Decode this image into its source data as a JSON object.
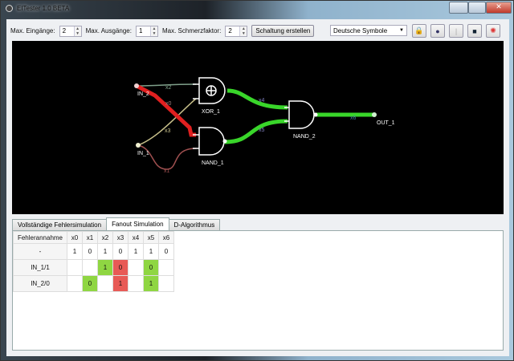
{
  "window": {
    "title": "EITester 1.0 BETA"
  },
  "toolbar": {
    "max_inputs_label": "Max. Eingänge:",
    "max_inputs": "2",
    "max_outputs_label": "Max. Ausgänge:",
    "max_outputs": "1",
    "max_pain_label": "Max. Schmerzfaktor:",
    "max_pain": "2",
    "create_label": "Schaltung erstellen",
    "symbols_select": "Deutsche Symbole"
  },
  "circuit": {
    "nodes": {
      "in2": "IN_2",
      "in1": "IN_1",
      "xor": "XOR_1",
      "nand1": "NAND_1",
      "nand2": "NAND_2",
      "out": "OUT_1"
    },
    "wires": {
      "x0": "x0",
      "x1": "x1",
      "x2": "x2",
      "x3": "x3",
      "x4": "x4",
      "x5": "x5",
      "x6": "x6"
    },
    "colors": {
      "active": "#39d62a",
      "fault": "#e02020"
    }
  },
  "tabs": [
    {
      "label": "Vollständige Fehlersimulation"
    },
    {
      "label": "Fanout Simulation"
    },
    {
      "label": "D-Algorithmus"
    }
  ],
  "table": {
    "headers": [
      "Fehlerannahme",
      "x0",
      "x1",
      "x2",
      "x3",
      "x4",
      "x5",
      "x6"
    ],
    "rows": [
      {
        "label": "-",
        "cells": [
          "1",
          "0",
          "1",
          "0",
          "1",
          "1",
          "0"
        ],
        "marks": [
          "",
          "",
          "",
          "",
          "",
          "",
          ""
        ]
      },
      {
        "label": "IN_1/1",
        "cells": [
          "",
          "",
          "1",
          "0",
          "",
          "0",
          ""
        ],
        "marks": [
          "",
          "",
          "g",
          "r",
          "",
          "g",
          ""
        ]
      },
      {
        "label": "IN_2/0",
        "cells": [
          "",
          "0",
          "",
          "1",
          "",
          "1",
          ""
        ],
        "marks": [
          "",
          "g",
          "",
          "r",
          "",
          "g",
          ""
        ]
      }
    ]
  }
}
